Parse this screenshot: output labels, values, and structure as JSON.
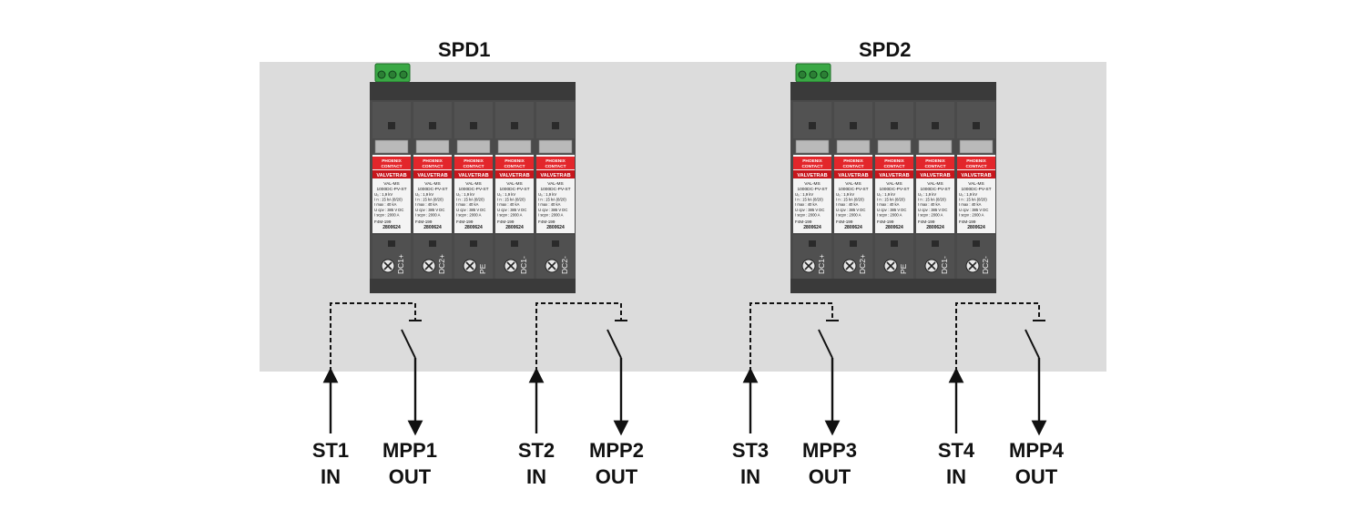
{
  "spds": [
    {
      "title": "SPD1",
      "modules": [
        {
          "brand_line1": "PHOENIX",
          "brand_line2": "CONTACT",
          "series": "VALVETRAB",
          "model_line1": "VAL-MS",
          "model_line2": "1000DC-PV-ST",
          "specs": [
            "U₀ : 1,9 kV",
            "I n : 15 kA (8/20)",
            "I max : 40 kA",
            "U cpv : 385 V DC",
            "I scpv : 2000 A"
          ],
          "cert": "F4M-199",
          "part_no": "2800624",
          "terminal": "DC1+"
        },
        {
          "brand_line1": "PHOENIX",
          "brand_line2": "CONTACT",
          "series": "VALVETRAB",
          "model_line1": "VAL-MS",
          "model_line2": "1000DC-PV-ST",
          "specs": [
            "U₀ : 1,9 kV",
            "I n : 15 kA (8/20)",
            "I max : 40 kA",
            "U cpv : 385 V DC",
            "I scpv : 2000 A"
          ],
          "cert": "F4M-199",
          "part_no": "2800624",
          "terminal": "DC2+"
        },
        {
          "brand_line1": "PHOENIX",
          "brand_line2": "CONTACT",
          "series": "VALVETRAB",
          "model_line1": "VAL-MS",
          "model_line2": "1000DC-PV-ST",
          "specs": [
            "U₀ : 1,9 kV",
            "I n : 15 kA (8/20)",
            "I max : 40 kA",
            "U cpv : 385 V DC",
            "I scpv : 2000 A"
          ],
          "cert": "F4M-199",
          "part_no": "2800624",
          "terminal": "PE"
        },
        {
          "brand_line1": "PHOENIX",
          "brand_line2": "CONTACT",
          "series": "VALVETRAB",
          "model_line1": "VAL-MS",
          "model_line2": "1000DC-PV-ST",
          "specs": [
            "U₀ : 1,9 kV",
            "I n : 15 kA (8/20)",
            "I max : 40 kA",
            "U cpv : 385 V DC",
            "I scpv : 2000 A"
          ],
          "cert": "F4M-199",
          "part_no": "2800624",
          "terminal": "DC1-"
        },
        {
          "brand_line1": "PHOENIX",
          "brand_line2": "CONTACT",
          "series": "VALVETRAB",
          "model_line1": "VAL-MS",
          "model_line2": "1000DC-PV-ST",
          "specs": [
            "U₀ : 1,9 kV",
            "I n : 15 kA (8/20)",
            "I max : 40 kA",
            "U cpv : 385 V DC",
            "I scpv : 2000 A"
          ],
          "cert": "F4M-199",
          "part_no": "2800624",
          "terminal": "DC2-"
        }
      ]
    },
    {
      "title": "SPD2",
      "modules": [
        {
          "brand_line1": "PHOENIX",
          "brand_line2": "CONTACT",
          "series": "VALVETRAB",
          "model_line1": "VAL-MS",
          "model_line2": "1000DC-PV-ST",
          "specs": [
            "U₀ : 1,9 kV",
            "I n : 15 kA (8/20)",
            "I max : 40 kA",
            "U cpv : 385 V DC",
            "I scpv : 2000 A"
          ],
          "cert": "F4M-199",
          "part_no": "2800624",
          "terminal": "DC1+"
        },
        {
          "brand_line1": "PHOENIX",
          "brand_line2": "CONTACT",
          "series": "VALVETRAB",
          "model_line1": "VAL-MS",
          "model_line2": "1000DC-PV-ST",
          "specs": [
            "U₀ : 1,9 kV",
            "I n : 15 kA (8/20)",
            "I max : 40 kA",
            "U cpv : 385 V DC",
            "I scpv : 2000 A"
          ],
          "cert": "F4M-199",
          "part_no": "2800624",
          "terminal": "DC2+"
        },
        {
          "brand_line1": "PHOENIX",
          "brand_line2": "CONTACT",
          "series": "VALVETRAB",
          "model_line1": "VAL-MS",
          "model_line2": "1000DC-PV-ST",
          "specs": [
            "U₀ : 1,9 kV",
            "I n : 15 kA (8/20)",
            "I max : 40 kA",
            "U cpv : 385 V DC",
            "I scpv : 2000 A"
          ],
          "cert": "F4M-199",
          "part_no": "2800624",
          "terminal": "PE"
        },
        {
          "brand_line1": "PHOENIX",
          "brand_line2": "CONTACT",
          "series": "VALVETRAB",
          "model_line1": "VAL-MS",
          "model_line2": "1000DC-PV-ST",
          "specs": [
            "U₀ : 1,9 kV",
            "I n : 15 kA (8/20)",
            "I max : 40 kA",
            "U cpv : 385 V DC",
            "I scpv : 2000 A"
          ],
          "cert": "F4M-199",
          "part_no": "2800624",
          "terminal": "DC1-"
        },
        {
          "brand_line1": "PHOENIX",
          "brand_line2": "CONTACT",
          "series": "VALVETRAB",
          "model_line1": "VAL-MS",
          "model_line2": "1000DC-PV-ST",
          "specs": [
            "U₀ : 1,9 kV",
            "I n : 15 kA (8/20)",
            "I max : 40 kA",
            "U cpv : 385 V DC",
            "I scpv : 2000 A"
          ],
          "cert": "F4M-199",
          "part_no": "2800624",
          "terminal": "DC2-"
        }
      ]
    }
  ],
  "strings": [
    {
      "in_line1": "ST1",
      "in_line2": "IN",
      "out_line1": "MPP1",
      "out_line2": "OUT"
    },
    {
      "in_line1": "ST2",
      "in_line2": "IN",
      "out_line1": "MPP2",
      "out_line2": "OUT"
    },
    {
      "in_line1": "ST3",
      "in_line2": "IN",
      "out_line1": "MPP3",
      "out_line2": "OUT"
    },
    {
      "in_line1": "ST4",
      "in_line2": "IN",
      "out_line1": "MPP4",
      "out_line2": "OUT"
    }
  ],
  "colors": {
    "panel": "#dcdcdc",
    "housing": "#4a4a4a",
    "housing_dark": "#3a3a3a",
    "brand_red": "#e3262b",
    "connector_green": "#3aa845",
    "line": "#111111"
  },
  "icons": [
    "screw-terminal-icon",
    "switch-contact-icon",
    "arrow-up-icon",
    "arrow-down-icon"
  ]
}
